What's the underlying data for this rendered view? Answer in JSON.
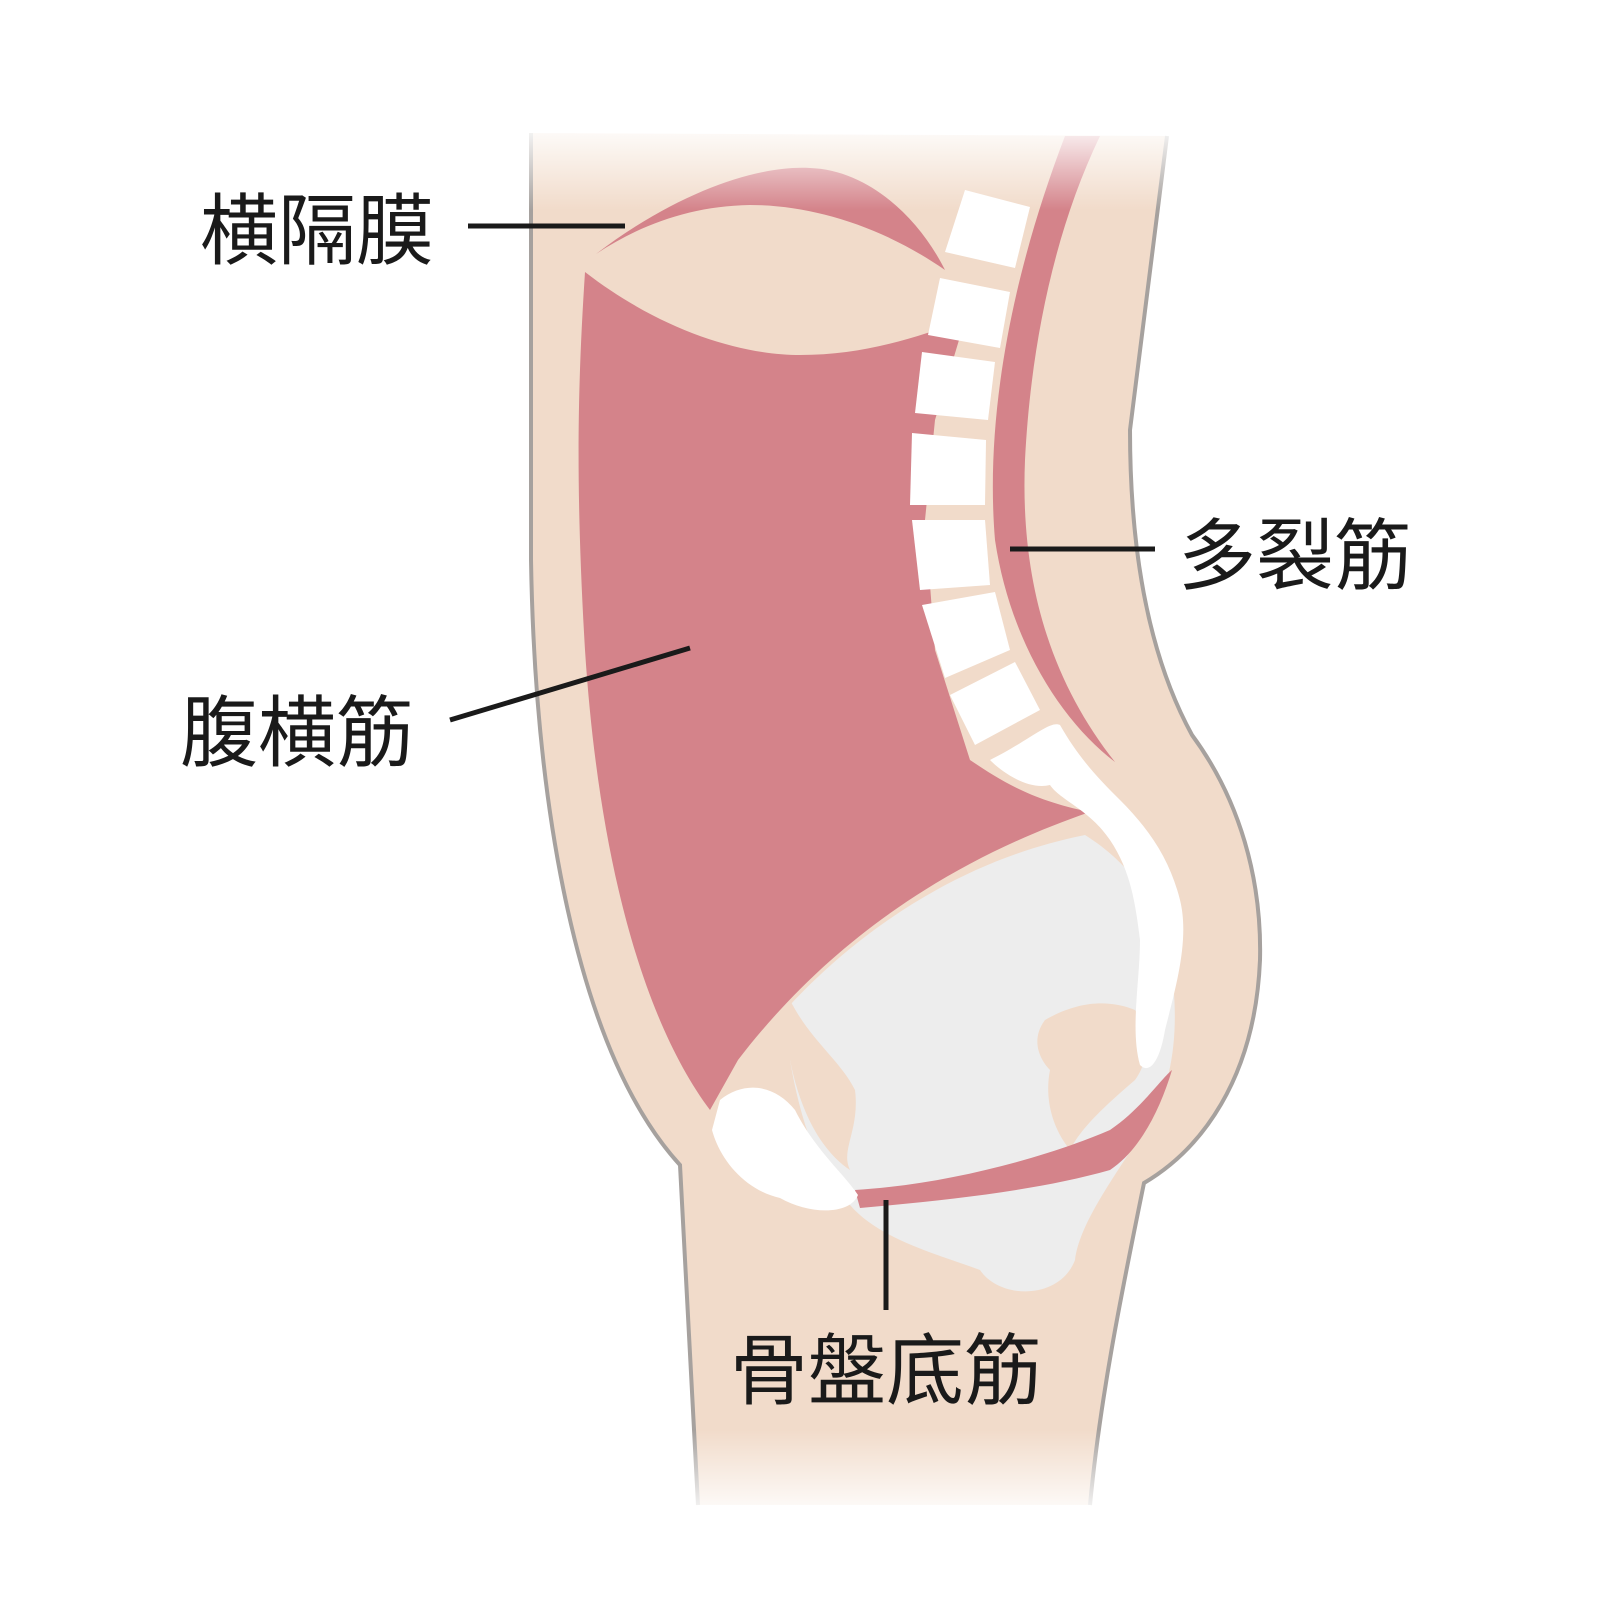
{
  "colors": {
    "skin": "#f1dbca",
    "outline": "#a6a19e",
    "muscle": "#d4838a",
    "muscle_dark": "#c56f77",
    "bone": "#ffffff",
    "pelvis_gray": "#ededed",
    "text": "#1a1a1a",
    "leader": "#1a1a1a"
  },
  "labels": {
    "diaphragm": "横隔膜",
    "multifidus": "多裂筋",
    "transversus_abdominis": "腹横筋",
    "pelvic_floor": "骨盤底筋"
  }
}
